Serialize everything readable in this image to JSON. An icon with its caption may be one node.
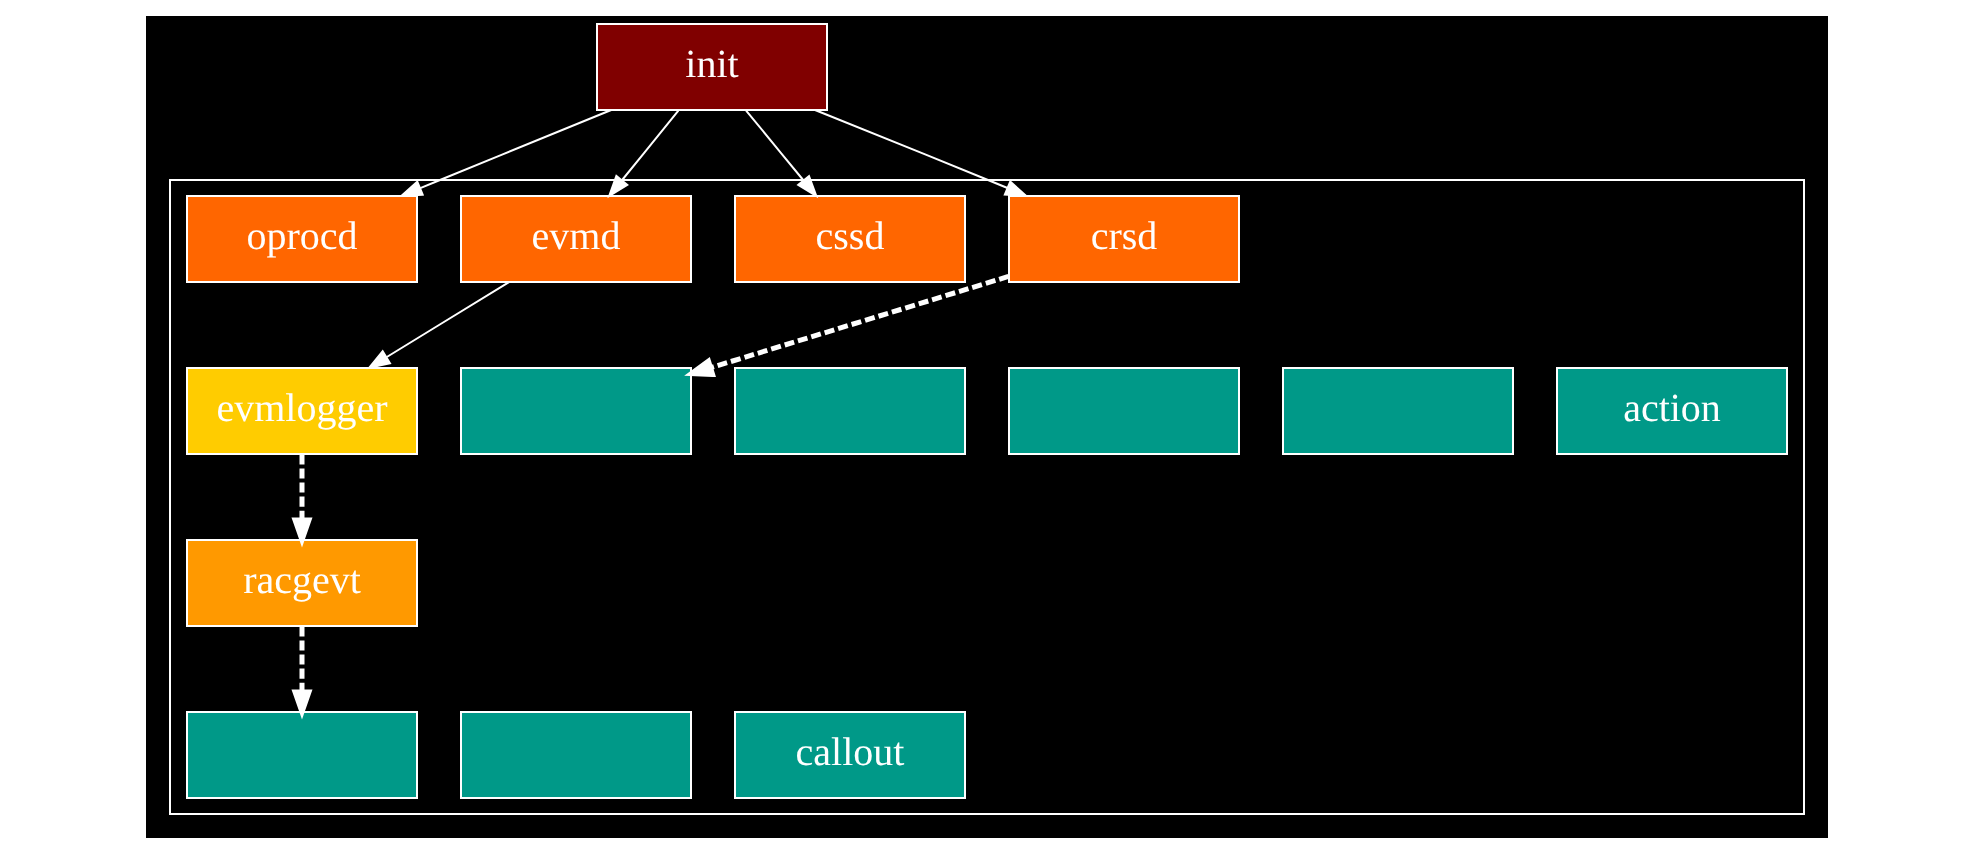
{
  "diagram": {
    "nodes": [
      {
        "text": [
          "init"
        ]
      },
      {
        "text": [],
        "shape": "box"
      },
      {
        "text": [
          "oprocd"
        ],
        "in": 1
      },
      {
        "text": [
          "evmd"
        ],
        "in": 1
      },
      {
        "text": [
          "cssd"
        ],
        "in": 1
      },
      {
        "text": [
          "crsd"
        ],
        "in": 1
      },
      {
        "text": [
          "evmlogger"
        ],
        "in": 1
      },
      {
        "text": [
          "racgevt"
        ],
        "in": 1
      },
      {
        "text": [],
        "shape": "box",
        "in": 1
      },
      {
        "text": [],
        "shape": "box",
        "in": 1
      },
      {
        "text": [
          "callout"
        ],
        "in": 1
      },
      {
        "text": [],
        "shape": "box",
        "in": 1
      },
      {
        "text": [],
        "shape": "box",
        "in": 1
      },
      {
        "text": [],
        "shape": "box",
        "in": 1
      },
      {
        "text": [],
        "shape": "box",
        "in": 1
      },
      {
        "text": [
          "action"
        ],
        "in": 1
      }
    ],
    "edges": [
      {
        "from": 0,
        "to": 2,
        "arrow": "to"
      },
      {
        "from": 0,
        "to": 3,
        "arrow": "to"
      },
      {
        "from": 0,
        "to": 4,
        "arrow": "to"
      },
      {
        "from": 0,
        "to": 5,
        "arrow": "to"
      },
      {
        "from": 3,
        "to": 6,
        "arrow": "to"
      },
      {
        "from": 6,
        "to": 7,
        "arrow": "to",
        "style": "dashed"
      },
      {
        "from": 7,
        "to": 8,
        "arrow": "to",
        "style": "dashed"
      },
      {
        "from": 5,
        "to": 11,
        "arrow": "to",
        "style": "dashed"
      }
    ]
  }
}
